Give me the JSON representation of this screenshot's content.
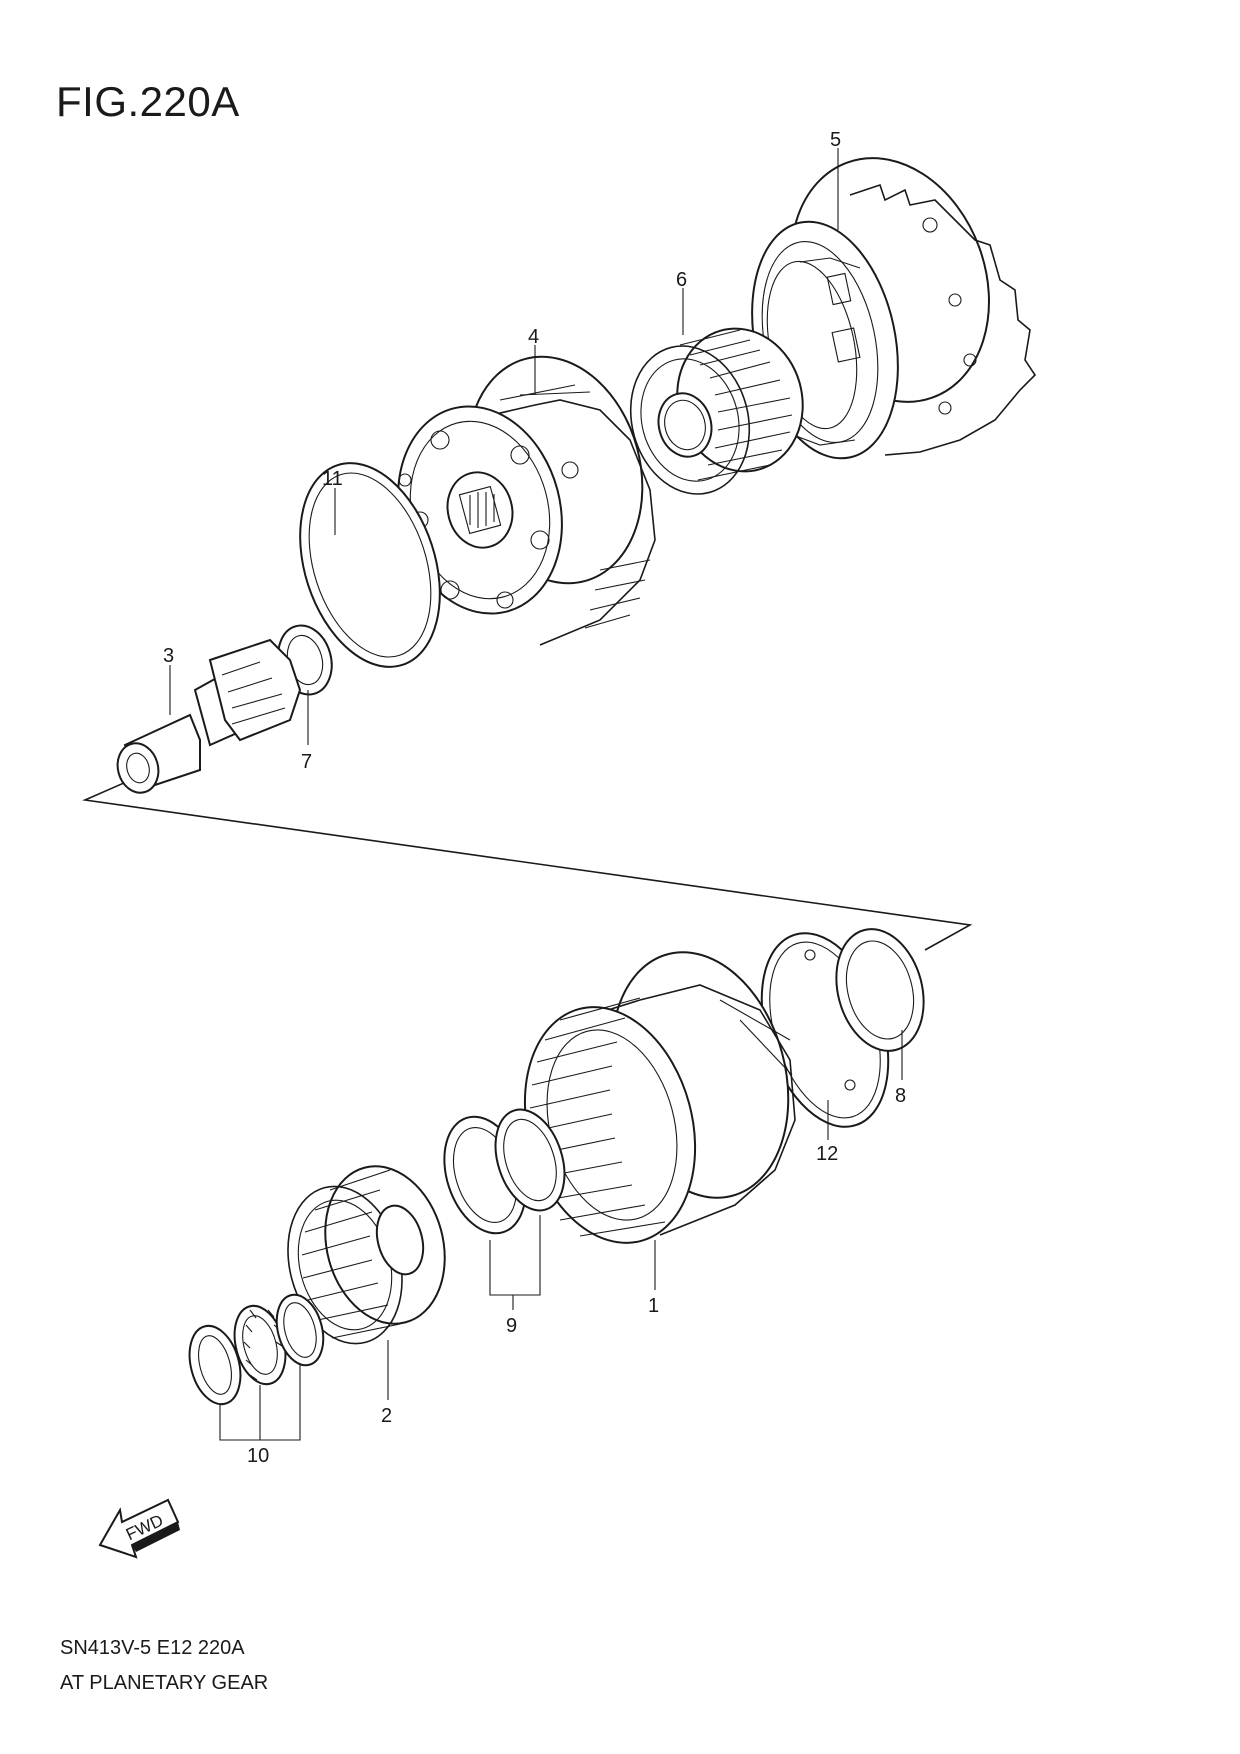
{
  "figure": {
    "title": "FIG.220A",
    "code": "SN413V-5 E12 220A",
    "name": "AT PLANETARY GEAR"
  },
  "fwd_label": "FWD",
  "callouts": [
    "1",
    "2",
    "3",
    "4",
    "5",
    "6",
    "7",
    "8",
    "9",
    "10",
    "11",
    "12"
  ]
}
